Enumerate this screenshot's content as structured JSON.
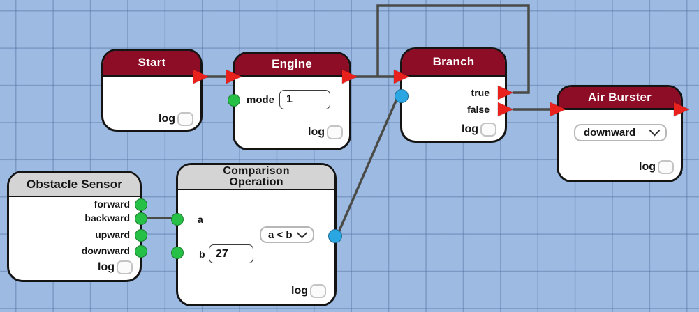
{
  "canvas": {
    "background_color": "#9dbbe2",
    "grid_line_color": "#7d9cc7",
    "wire_color": "#4a4a46"
  },
  "colors": {
    "header_red": "#8e0d26",
    "header_gray": "#d4d4d4",
    "exec_port_red": "#e8211d",
    "value_port_green": "#27c046",
    "value_port_blue": "#2aa7e3"
  },
  "icons": {
    "chevron": "chevron-down-icon"
  },
  "nodes": {
    "start": {
      "title": "Start",
      "log_label": "log"
    },
    "engine": {
      "title": "Engine",
      "mode_label": "mode",
      "mode_value": "1",
      "log_label": "log"
    },
    "branch": {
      "title": "Branch",
      "true_label": "true",
      "false_label": "false",
      "log_label": "log"
    },
    "air_burster": {
      "title": "Air Burster",
      "direction_value": "downward",
      "log_label": "log"
    },
    "obstacle_sensor": {
      "title": "Obstacle Sensor",
      "port_labels": [
        "forward",
        "backward",
        "upward",
        "downward"
      ],
      "log_label": "log"
    },
    "comparison_operation": {
      "title_line1": "Comparison",
      "title_line2": "Operation",
      "a_label": "a",
      "b_label": "b",
      "b_value": "27",
      "operator_value": "a < b",
      "log_label": "log"
    }
  }
}
